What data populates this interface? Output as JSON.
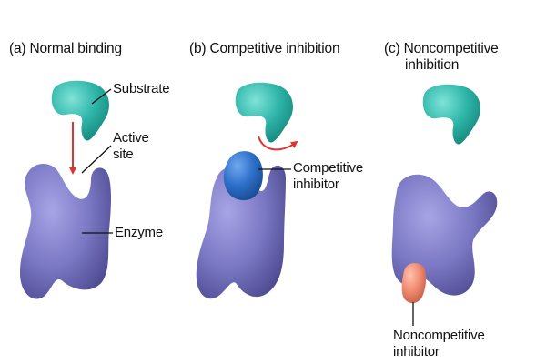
{
  "panels": {
    "a": {
      "title": "(a) Normal binding",
      "labels": {
        "substrate": "Substrate",
        "active_site_line1": "Active",
        "active_site_line2": "site",
        "enzyme": "Enzyme"
      }
    },
    "b": {
      "title": "(b) Competitive inhibition",
      "labels": {
        "inhibitor_line1": "Competitive",
        "inhibitor_line2": "inhibitor"
      }
    },
    "c": {
      "title_line1": "(c) Noncompetitive",
      "title_line2": "inhibition",
      "labels": {
        "inhibitor_line1": "Noncompetitive",
        "inhibitor_line2": "inhibitor"
      }
    }
  },
  "colors": {
    "enzyme": "#7b78c4",
    "enzyme_shadow": "#4f4c93",
    "substrate": "#2fb5a9",
    "substrate_shadow": "#178a80",
    "competitive_inhibitor": "#2d6fc9",
    "noncompetitive_inhibitor": "#f08a70",
    "arrow": "#e0342e",
    "leader_line": "#111111"
  }
}
